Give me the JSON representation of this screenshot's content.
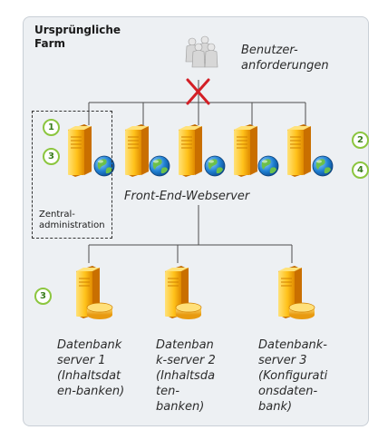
{
  "farm_title": "Ursprüngliche\nFarm",
  "users_label": "Benutzer-\nanforderungen",
  "frontend_label": "Front-End-Webserver",
  "central_admin_label": "Zentral-\nadministration",
  "badges": {
    "ca_top": "1",
    "ca_bottom": "3",
    "right_top": "2",
    "right_bottom": "4",
    "db_left": "3"
  },
  "databases": [
    {
      "label": "Datenbank\nserver 1\n(Inhaltsdat\nen-banken)"
    },
    {
      "label": "Datenban\nk-server 2\n(Inhaltsda\nten-\nbanken)"
    },
    {
      "label": "Datenbank-\nserver 3\n(Konfigurati\nonsdaten-\nbank)"
    }
  ],
  "colors": {
    "server_light": "#ffd24d",
    "server_dark": "#e08a00",
    "globe_blue": "#1f7fd1",
    "globe_green": "#6cc04a",
    "badge_ring": "#8cc63f",
    "block_x": "#d31f26"
  }
}
